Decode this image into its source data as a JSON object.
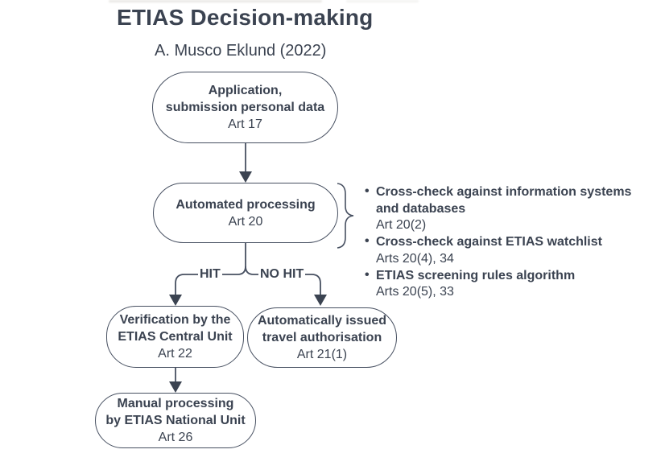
{
  "header": {
    "title": "ETIAS Decision-making",
    "subtitle": "A. Musco Eklund (2022)"
  },
  "colors": {
    "ink": "#3b4351",
    "line": "#475061",
    "background": "#ffffff"
  },
  "flowchart": {
    "nodes": [
      {
        "id": "application-submission",
        "label": "Application,\nsubmission personal data",
        "ref": "Art 17"
      },
      {
        "id": "automated-processing",
        "label": "Automated processing",
        "ref": "Art 20"
      },
      {
        "id": "central-unit-verification",
        "label": "Verification by the\nETIAS Central Unit",
        "ref": "Art 22"
      },
      {
        "id": "auto-travel-authorisation",
        "label": "Automatically issued\ntravel authorisation",
        "ref": "Art 21(1)"
      },
      {
        "id": "manual-processing",
        "label": "Manual processing\nby ETIAS National Unit",
        "ref": "Art 26"
      }
    ],
    "branches": {
      "hit": "HIT",
      "no_hit": "NO HIT"
    },
    "annotations": [
      {
        "bullet": "•",
        "label": "Cross-check against information systems\nand databases",
        "ref": "Art 20(2)"
      },
      {
        "bullet": "•",
        "label": "Cross-check against ETIAS watchlist",
        "ref": "Arts 20(4), 34"
      },
      {
        "bullet": "•",
        "label": "ETIAS screening rules algorithm",
        "ref": "Arts 20(5), 33"
      }
    ]
  }
}
